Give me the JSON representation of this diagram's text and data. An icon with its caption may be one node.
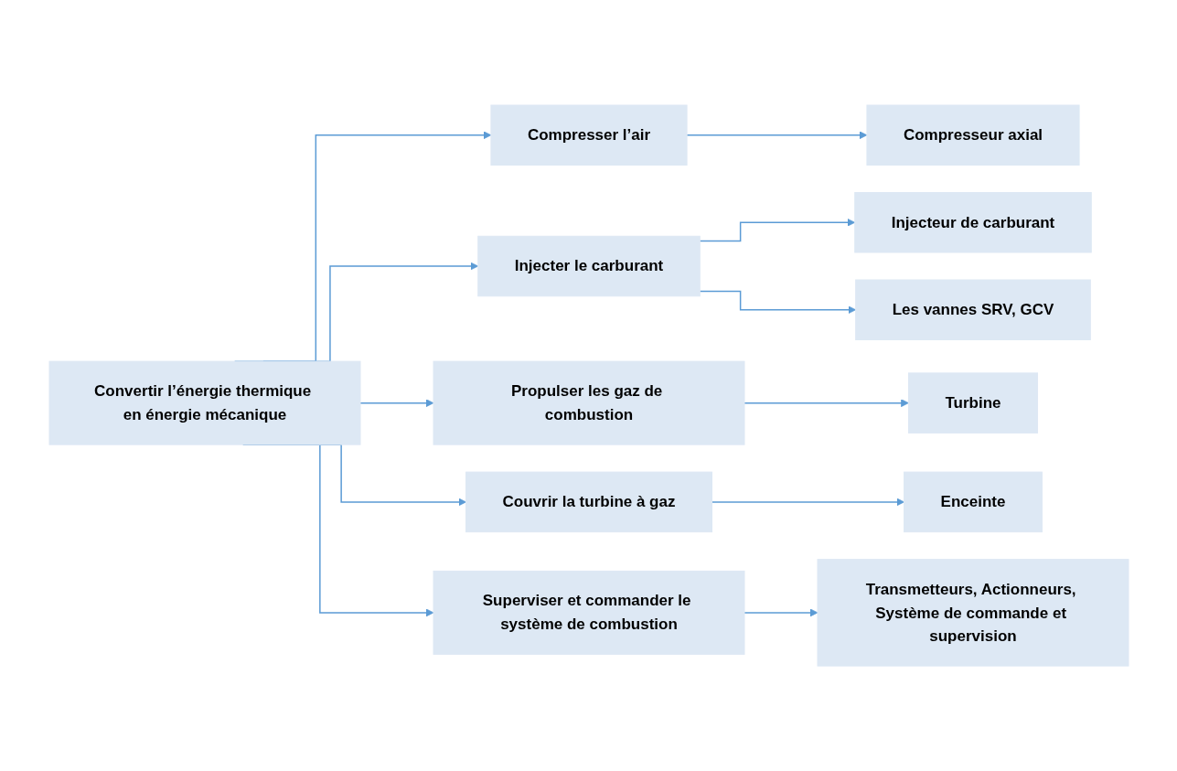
{
  "diagram": {
    "nodes": [
      {
        "text": [
          "Convertir l’énergie thermique en énergie mécanique"
        ]
      },
      {
        "text": [
          "Compresser l’air"
        ]
      },
      {
        "text": [
          "Compresseur axial"
        ]
      },
      {
        "text": [
          "Injecter le carburant"
        ]
      },
      {
        "text": [
          "Injecteur de carburant"
        ]
      },
      {
        "text": [
          "Les vannes SRV, GCV"
        ]
      },
      {
        "text": [
          "Propulser les gaz de combustion"
        ]
      },
      {
        "text": [
          "Turbine"
        ]
      },
      {
        "text": [
          "Couvrir la turbine à gaz"
        ]
      },
      {
        "text": [
          "Enceinte"
        ]
      },
      {
        "text": [
          "Superviser et commander le système de combustion"
        ]
      },
      {
        "text": [
          "Transmetteurs, Actionneurs, Système de commande et supervision"
        ]
      }
    ],
    "edges": [
      {
        "from": 0,
        "to": 1,
        "arrow": "to"
      },
      {
        "from": 1,
        "to": 2,
        "arrow": "to"
      },
      {
        "from": 0,
        "to": 3,
        "arrow": "to"
      },
      {
        "from": 3,
        "to": 4,
        "arrow": "to"
      },
      {
        "from": 3,
        "to": 5,
        "arrow": "to"
      },
      {
        "from": 0,
        "to": 6,
        "arrow": "to"
      },
      {
        "from": 6,
        "to": 7,
        "arrow": "to"
      },
      {
        "from": 0,
        "to": 8,
        "arrow": "to"
      },
      {
        "from": 8,
        "to": 9,
        "arrow": "to"
      },
      {
        "from": 0,
        "to": 10,
        "arrow": "to"
      },
      {
        "from": 10,
        "to": 11,
        "arrow": "to"
      }
    ]
  }
}
